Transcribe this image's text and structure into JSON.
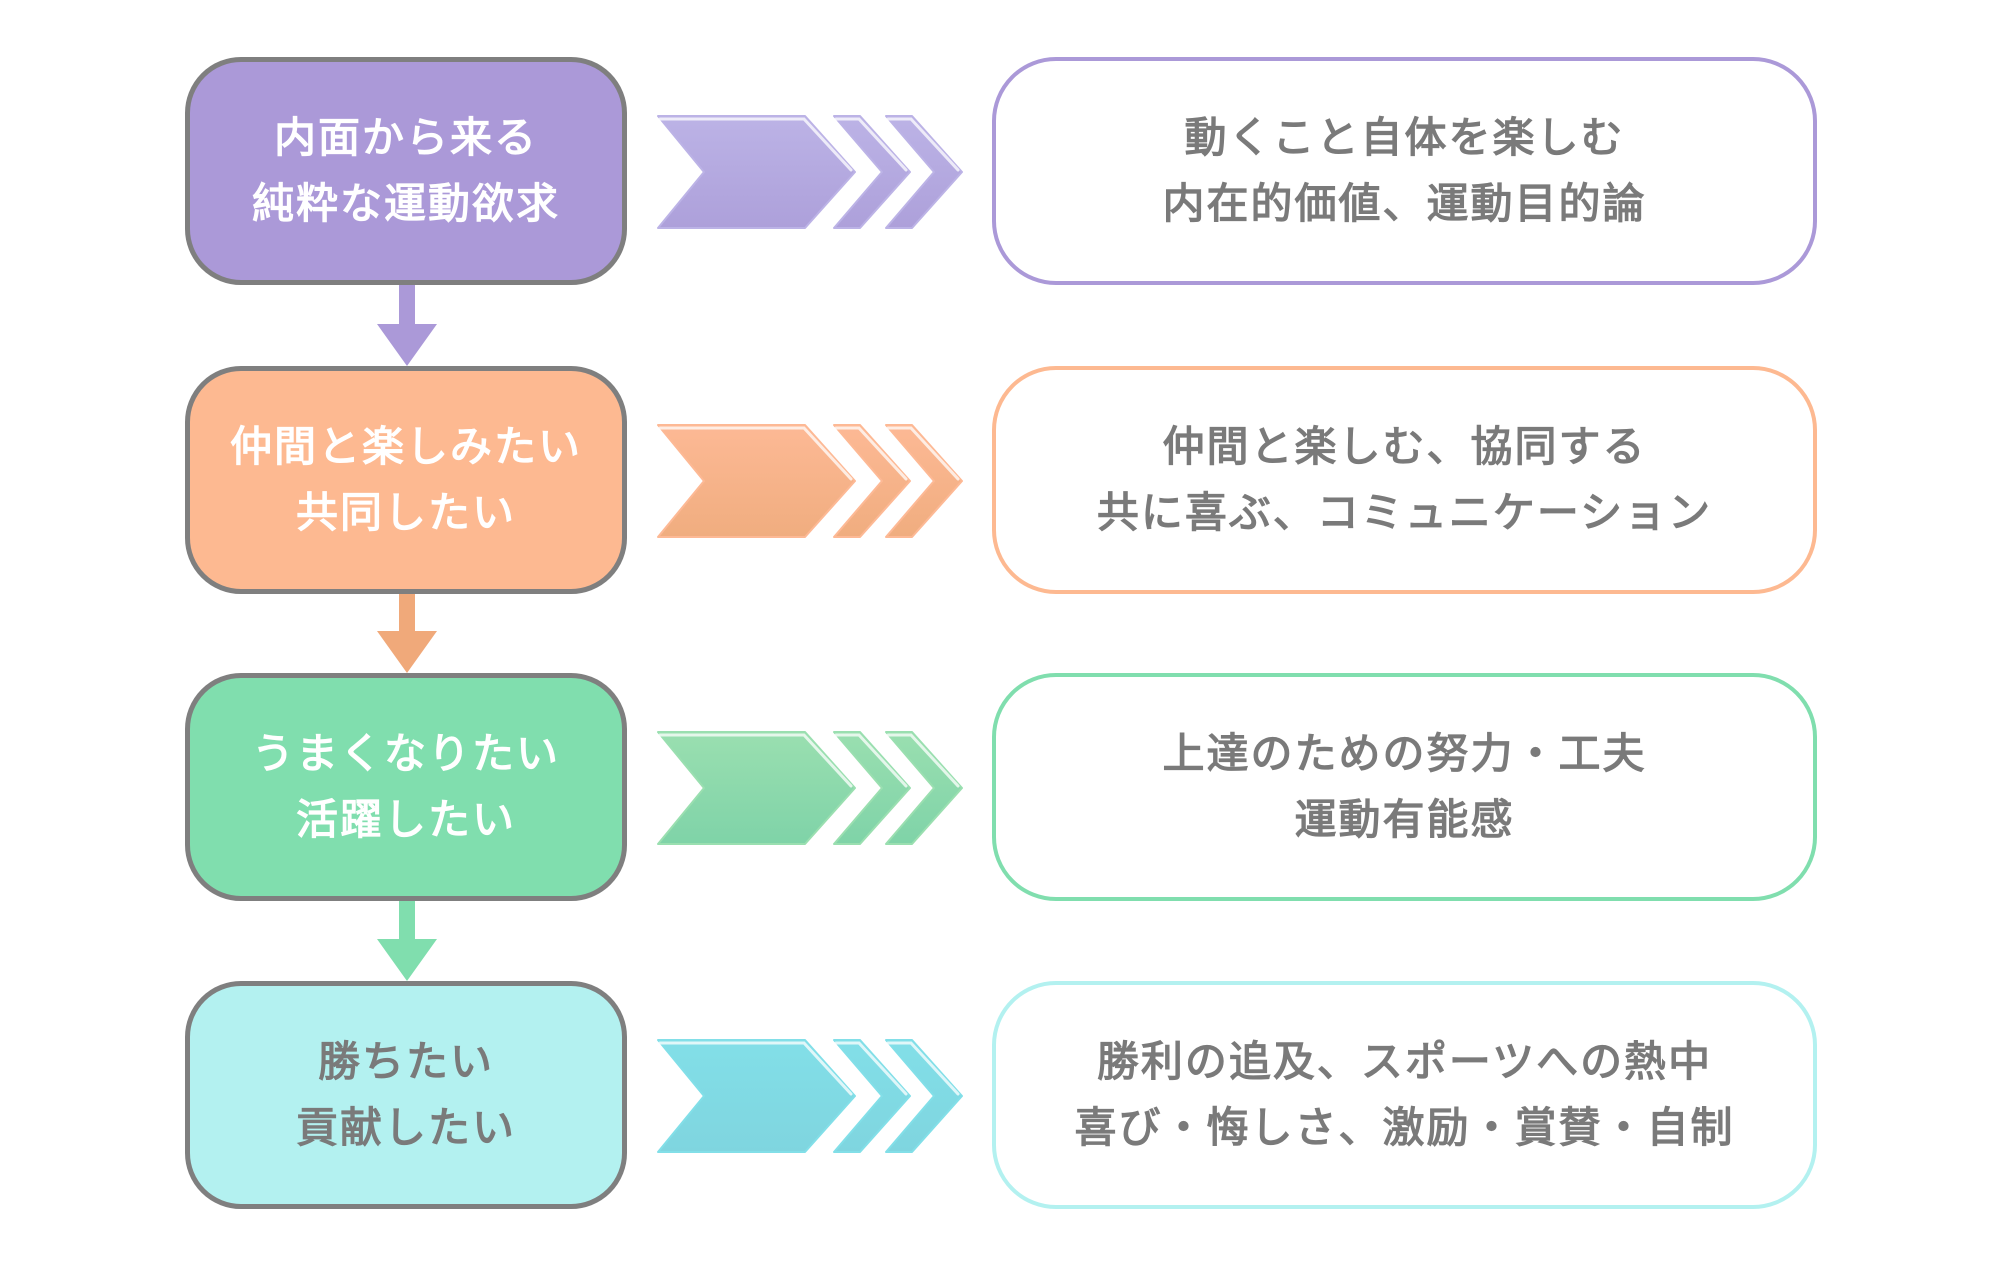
{
  "rows": [
    {
      "color": "#ab99d8",
      "light": "#bcb3e6",
      "dark": "#ada0da",
      "text_color": "#ffffff",
      "left_lines": [
        "内面から来る",
        "純粋な運動欲求"
      ],
      "right_lines": [
        "動くこと自体を楽しむ",
        "内在的価値、運動目的論"
      ],
      "right_border": "#ab99d8"
    },
    {
      "color": "#fdb991",
      "light": "#fdb995",
      "dark": "#f0ad7f",
      "text_color": "#ffffff",
      "left_lines": [
        "仲間と楽しみたい",
        "共同したい"
      ],
      "right_lines": [
        "仲間と楽しむ、協同する",
        "共に喜ぶ、コミュニケーション"
      ],
      "right_border": "#fdb991"
    },
    {
      "color": "#80deae",
      "light": "#9adfb0",
      "dark": "#7fd3a8",
      "text_color": "#ffffff",
      "left_lines": [
        "うまくなりたい",
        "活躍したい"
      ],
      "right_lines": [
        "上達のための努力・工夫",
        "運動有能感"
      ],
      "right_border": "#80deae"
    },
    {
      "color": "#b3f1f0",
      "light": "#82dfe8",
      "dark": "#7fd5df",
      "text_color": "#7a7a7a",
      "left_lines": [
        "勝ちたい",
        "貢献したい"
      ],
      "right_lines": [
        "勝利の追及、スポーツへの熱中",
        "喜び・悔しさ、激励・賞賛・自制"
      ],
      "right_border": "#b3f1f0"
    }
  ],
  "connectors": [
    {
      "from": 0,
      "to": 1,
      "color": "#ab99d8"
    },
    {
      "from": 1,
      "to": 2,
      "color": "#f0a97a"
    },
    {
      "from": 2,
      "to": 3,
      "color": "#80deae"
    }
  ]
}
